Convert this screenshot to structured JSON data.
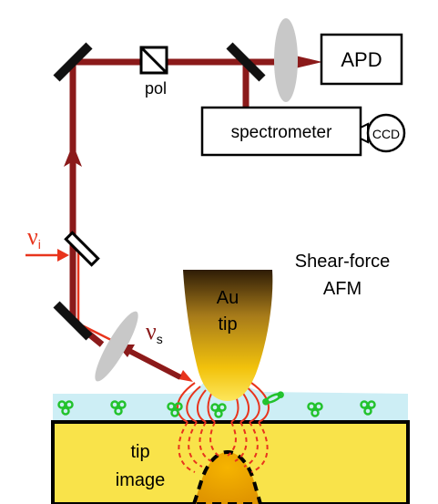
{
  "labels": {
    "apd": "APD",
    "spectrometer": "spectrometer",
    "ccd": "CCD",
    "pol": "pol",
    "nu_i_symbol": "ν",
    "nu_i_sub": "i",
    "nu_s_symbol": "ν",
    "nu_s_sub": "s",
    "shear_force_line1": "Shear-force",
    "shear_force_line2": "AFM",
    "tip_line1": "Au",
    "tip_line2": "tip",
    "tip_image_line1": "tip",
    "tip_image_line2": "image"
  },
  "colors": {
    "beam": "#8b1a1a",
    "beam_dark": "#5a0e0e",
    "incident": "#e8341c",
    "lens": "#c8c8c8",
    "water": "#cdeef5",
    "molecule": "#22c22c",
    "substrate": "#f9e34a",
    "tip_image": "#e9a800",
    "field_lines": "#e8341c"
  }
}
